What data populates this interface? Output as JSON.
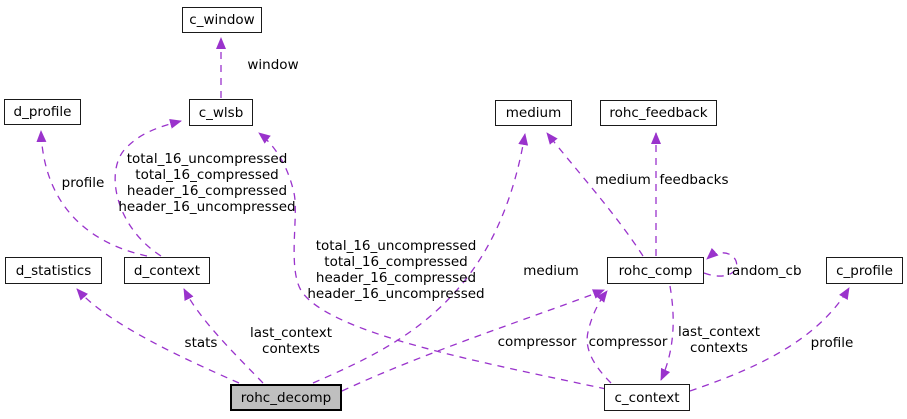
{
  "diagram": {
    "type": "collaboration-graph",
    "background_color": "#ffffff",
    "edge_color": "#9a33cc",
    "node_fill": "#ffffff",
    "highlight_node_fill": "#bfbfbf",
    "nodes": [
      {
        "id": "c_window",
        "label": "c_window"
      },
      {
        "id": "d_profile",
        "label": "d_profile"
      },
      {
        "id": "c_wlsb",
        "label": "c_wlsb"
      },
      {
        "id": "medium",
        "label": "medium"
      },
      {
        "id": "rohc_feedback",
        "label": "rohc_feedback"
      },
      {
        "id": "d_statistics",
        "label": "d_statistics"
      },
      {
        "id": "d_context",
        "label": "d_context"
      },
      {
        "id": "rohc_comp",
        "label": "rohc_comp"
      },
      {
        "id": "c_profile",
        "label": "c_profile"
      },
      {
        "id": "rohc_decomp",
        "label": "rohc_decomp",
        "highlighted": true
      },
      {
        "id": "c_context",
        "label": "c_context"
      }
    ],
    "edges": [
      {
        "from": "c_wlsb",
        "to": "c_window",
        "label": "window"
      },
      {
        "from": "d_context",
        "to": "d_profile",
        "label": "profile"
      },
      {
        "from": "d_context",
        "to": "c_wlsb",
        "label": "total_16_uncompressed\ntotal_16_compressed\nheader_16_compressed\nheader_16_uncompressed"
      },
      {
        "from": "c_context",
        "to": "c_wlsb",
        "label": "total_16_uncompressed\ntotal_16_compressed\nheader_16_compressed\nheader_16_uncompressed"
      },
      {
        "from": "rohc_decomp",
        "to": "medium",
        "label": "medium"
      },
      {
        "from": "rohc_comp",
        "to": "medium",
        "label": "medium"
      },
      {
        "from": "rohc_comp",
        "to": "rohc_feedback",
        "label": "feedbacks"
      },
      {
        "from": "rohc_comp",
        "to": "rohc_comp",
        "label": "random_cb"
      },
      {
        "from": "rohc_decomp",
        "to": "d_statistics",
        "label": "stats"
      },
      {
        "from": "rohc_decomp",
        "to": "d_context",
        "label": "last_context\ncontexts"
      },
      {
        "from": "rohc_decomp",
        "to": "rohc_comp",
        "label": "compressor"
      },
      {
        "from": "c_context",
        "to": "rohc_comp",
        "label": "compressor"
      },
      {
        "from": "rohc_comp",
        "to": "c_context",
        "label": "last_context\ncontexts"
      },
      {
        "from": "c_context",
        "to": "c_profile",
        "label": "profile"
      }
    ]
  }
}
